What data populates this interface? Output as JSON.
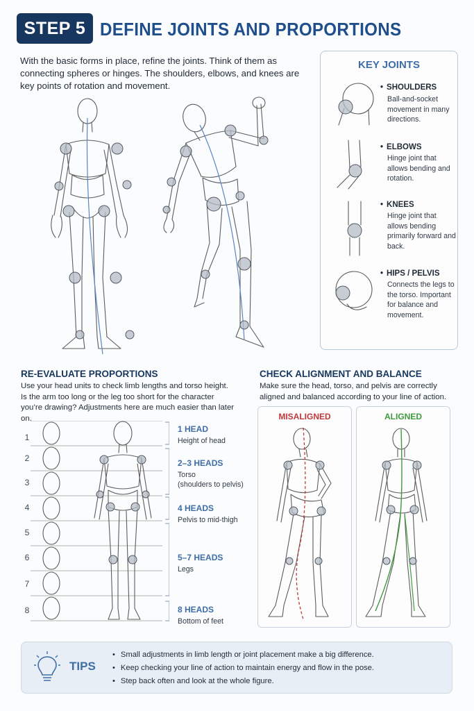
{
  "header": {
    "step_label": "STEP 5",
    "title": "DEFINE JOINTS AND PROPORTIONS"
  },
  "intro": {
    "text": "With the basic forms in place, refine the joints. Think of them as connecting spheres or hinges. The shoulders, elbows, and knees are key points of rotation and movement."
  },
  "key_joints": {
    "title": "KEY JOINTS",
    "items": [
      {
        "name": "SHOULDERS",
        "desc": "Ball-and-socket movement in many directions."
      },
      {
        "name": "ELBOWS",
        "desc": "Hinge joint that allows bending and rotation."
      },
      {
        "name": "KNEES",
        "desc": "Hinge joint that allows bending primarily forward and back."
      },
      {
        "name": "HIPS / PELVIS",
        "desc": "Connects the legs to the torso. Important for balance and movement."
      }
    ]
  },
  "proportions": {
    "title": "RE-EVALUATE PROPORTIONS",
    "text": "Use your head units to check limb lengths and torso height. Is the arm too long or the leg too short for the character you’re drawing? Adjustments here are much easier than later on.",
    "head_numbers": [
      "1",
      "2",
      "3",
      "4",
      "5",
      "6",
      "7",
      "8"
    ],
    "labels": [
      {
        "label": "1 HEAD",
        "desc": "Height of head"
      },
      {
        "label": "2–3 HEADS",
        "desc": "Torso\n(shoulders to pelvis)"
      },
      {
        "label": "4 HEADS",
        "desc": "Pelvis to mid-thigh"
      },
      {
        "label": "5–7 HEADS",
        "desc": "Legs"
      },
      {
        "label": "8 HEADS",
        "desc": "Bottom of feet"
      }
    ]
  },
  "alignment": {
    "title": "CHECK ALIGNMENT AND BALANCE",
    "text": "Make sure the head, torso, and pelvis are correctly aligned and balanced according to your line of action.",
    "misaligned_label": "MISALIGNED",
    "aligned_label": "ALIGNED",
    "misaligned_color": "#c0393b",
    "aligned_color": "#3f9a3f"
  },
  "tips": {
    "label": "TIPS",
    "items": [
      "Small adjustments in limb length or joint placement make a big difference.",
      "Keep checking your line of action to maintain energy and flow in the pose.",
      "Step back often and look at the whole figure."
    ]
  },
  "colors": {
    "badge_bg": "#17375e",
    "title_blue": "#1f4e8c",
    "accent_blue": "#3f6ea6"
  }
}
